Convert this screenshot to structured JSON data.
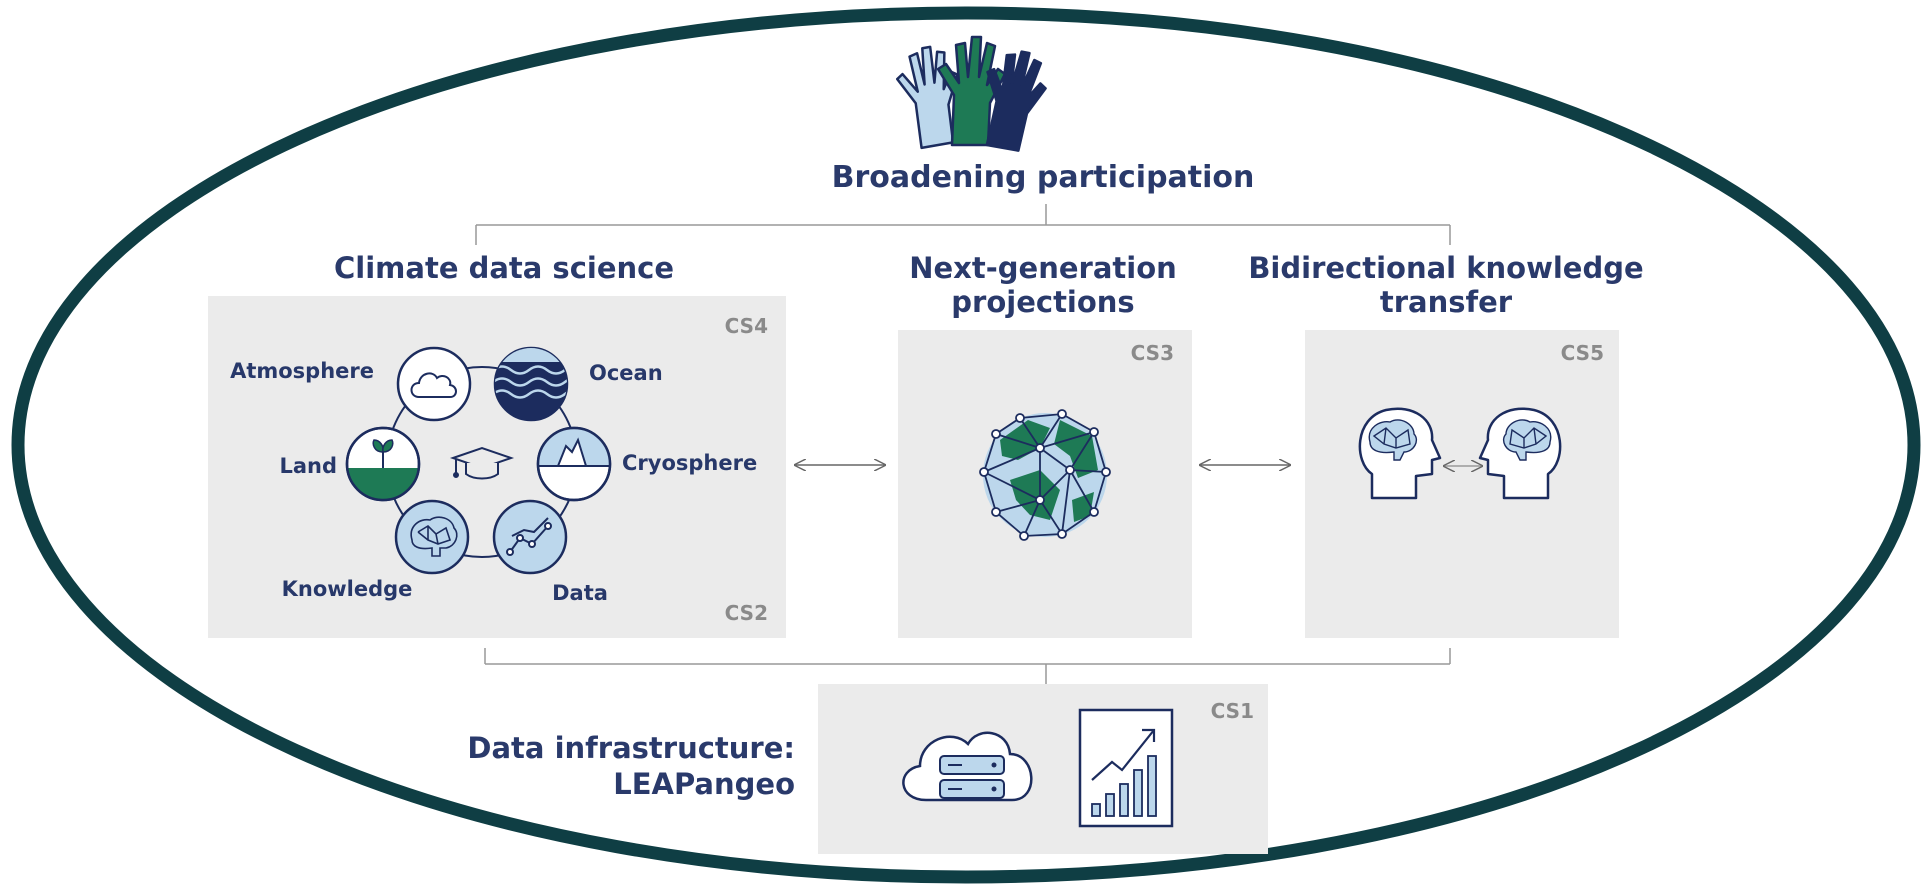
{
  "diagram": {
    "top": {
      "title": "Broadening participation"
    },
    "climate": {
      "title": "Climate data science",
      "cs_top": "CS4",
      "cs_bottom": "CS2",
      "nodes": {
        "atmosphere": "Atmosphere",
        "ocean": "Ocean",
        "land": "Land",
        "cryosphere": "Cryosphere",
        "knowledge": "Knowledge",
        "data": "Data"
      }
    },
    "projections": {
      "title_line1": "Next-generation",
      "title_line2": "projections",
      "cs": "CS3"
    },
    "transfer": {
      "title_line1": "Bidirectional knowledge",
      "title_line2": "transfer",
      "cs": "CS5"
    },
    "infrastructure": {
      "title_line1": "Data infrastructure:",
      "title_line2": "LEAPangeo",
      "cs": "CS1"
    },
    "colors": {
      "ellipse": "#0f3e44",
      "navy": "#1c2c5e",
      "green": "#1e7a55",
      "light_blue": "#bcd7ec",
      "panel": "#ebebeb",
      "line": "#999999"
    }
  }
}
